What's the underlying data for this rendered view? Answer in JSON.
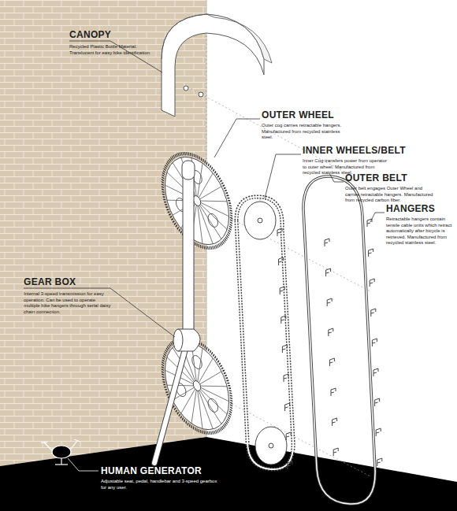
{
  "diagram": {
    "labels": [
      "CANOPY",
      "Recycled Plastic Bottle Material. Translucent for easy bike identification.",
      "OUTER WHEEL",
      "Outer cog carries retractable hangers. Manufactured from recycled stainless steel.",
      "INNER WHEELS/BELT",
      "Inner Cog transfers power from operator to outer wheel. Manufactured from recycled stainless steel.",
      "OUTER BELT",
      "Outer belt engages Outer Wheel and carries retractable hangers. Manufactured from recycled carbon fiber.",
      "HANGERS",
      "Retractable hangers contain tensile cable units which retract automatically after bicycle is retrieved. Manufactured from recycled stainless steel.",
      "GEAR BOX",
      "Internal 3-speed transmission for easy operation. Can be used to operate multiple bike hangers through serial daisy chain connection.",
      "HUMAN GENERATOR",
      "Adjustable seat, pedal, handlebar and 3-speed gearbox for any user."
    ]
  }
}
